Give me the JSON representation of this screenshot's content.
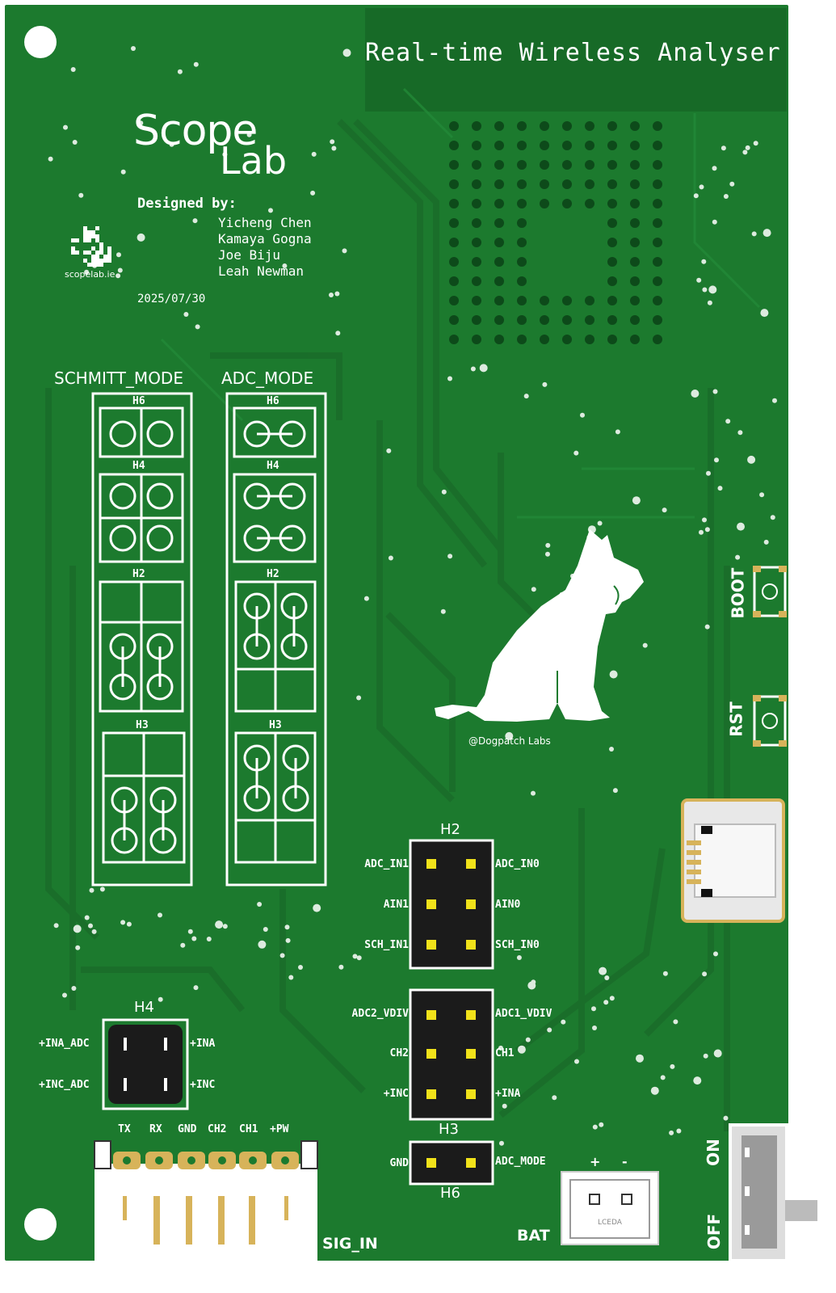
{
  "board": {
    "title": "Real-time Wireless Analyser",
    "logo_part1": "Scope",
    "logo_part2": "Lab",
    "designed_by_label": "Designed by:",
    "designers": [
      "Yicheng Chen",
      "Kamaya Gogna",
      "Joe Biju",
      "Leah Newman"
    ],
    "qr_caption": "scopelab.ie",
    "date": "2025/07/30",
    "dogpatch_credit": "@Dogpatch Labs",
    "lceda_mark": "LCEDA"
  },
  "mode_panels": {
    "schmitt_title": "SCHMITT_MODE",
    "adc_title": "ADC_MODE",
    "schmitt_labels": [
      "H6",
      "H4",
      "H2",
      "H3"
    ],
    "adc_labels": [
      "H6",
      "H4",
      "H2",
      "H3"
    ]
  },
  "header_h2": {
    "name": "H2",
    "left": [
      "ADC_IN1",
      "AIN1",
      "SCH_IN1"
    ],
    "right": [
      "ADC_IN0",
      "AIN0",
      "SCH_IN0"
    ]
  },
  "header_h3": {
    "name": "H3",
    "left": [
      "ADC2_VDIV",
      "CH2",
      "+INC"
    ],
    "right": [
      "ADC1_VDIV",
      "CH1",
      "+INA"
    ]
  },
  "header_h6": {
    "name": "H6",
    "left": [
      "GND"
    ],
    "right": [
      "ADC_MODE"
    ]
  },
  "header_h4": {
    "name": "H4",
    "left": [
      "+INA_ADC",
      "+INC_ADC"
    ],
    "right": [
      "+INA",
      "+INC"
    ]
  },
  "connector": {
    "pins": [
      "TX",
      "RX",
      "GND",
      "CH2",
      "CH1",
      "+PW"
    ],
    "label": "SIG_IN"
  },
  "battery": {
    "label": "BAT",
    "plus": "+",
    "minus": "-"
  },
  "buttons": {
    "boot": "BOOT",
    "rst": "RST"
  },
  "switch": {
    "on": "ON",
    "off": "OFF"
  },
  "colors": {
    "pcb": "#1c7a2e",
    "silkscreen": "#ffffff",
    "gold": "#d7b35a",
    "pad_yellow": "#f1e21a"
  }
}
